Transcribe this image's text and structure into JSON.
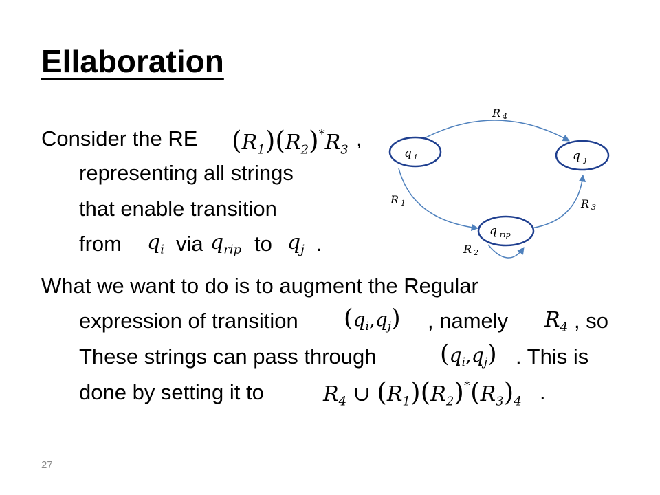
{
  "slide": {
    "title": "Ellaboration",
    "page_number": "27",
    "paragraph1": {
      "l1": "Consider the RE",
      "l1_comma": ",",
      "l2": "representing all strings",
      "l3": "that enable transition",
      "l4_from": "from",
      "l4_via": "via",
      "l4_to": "to",
      "l4_period": "."
    },
    "paragraph2": {
      "l1": "What we want to do is to augment the Regular",
      "l2_a": "expression of transition",
      "l2_b": ", namely",
      "l2_c": ", so",
      "l3_a": "These strings can pass through",
      "l3_b": ". This is",
      "l4_a": "done by setting it to",
      "l4_b": "."
    }
  },
  "math": {
    "R": "R",
    "q": "q",
    "sub_1": "1",
    "sub_2": "2",
    "sub_3": "3",
    "sub_4": "4",
    "sub_i": "i",
    "sub_j": "j",
    "sub_rip": "rip",
    "star": "*",
    "lparen": "(",
    "rparen": ")",
    "comma": ",",
    "union": "∪"
  },
  "diagram": {
    "states": [
      "q i",
      "q j",
      "q rip"
    ],
    "edges": [
      "R 4",
      "R 1",
      "R 3",
      "R 2"
    ],
    "colors": {
      "edge": "#4f81bd",
      "node": "#1f3f8f"
    }
  }
}
